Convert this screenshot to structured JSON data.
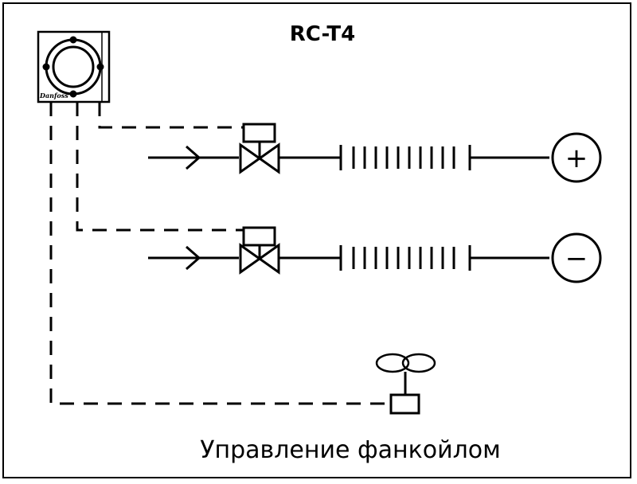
{
  "title": "RC-T4",
  "caption": "Управление фанкойлом",
  "thermostat": {
    "logo_text": "Danfoss"
  },
  "supply_line": {
    "sign": "+"
  },
  "return_line": {
    "sign": "−"
  },
  "colors": {
    "line": "#000000",
    "background": "#ffffff"
  },
  "icons": [
    "thermostat-icon",
    "valve-icon",
    "actuator-icon",
    "coil-icon",
    "fan-icon",
    "flow-arrow-icon"
  ]
}
